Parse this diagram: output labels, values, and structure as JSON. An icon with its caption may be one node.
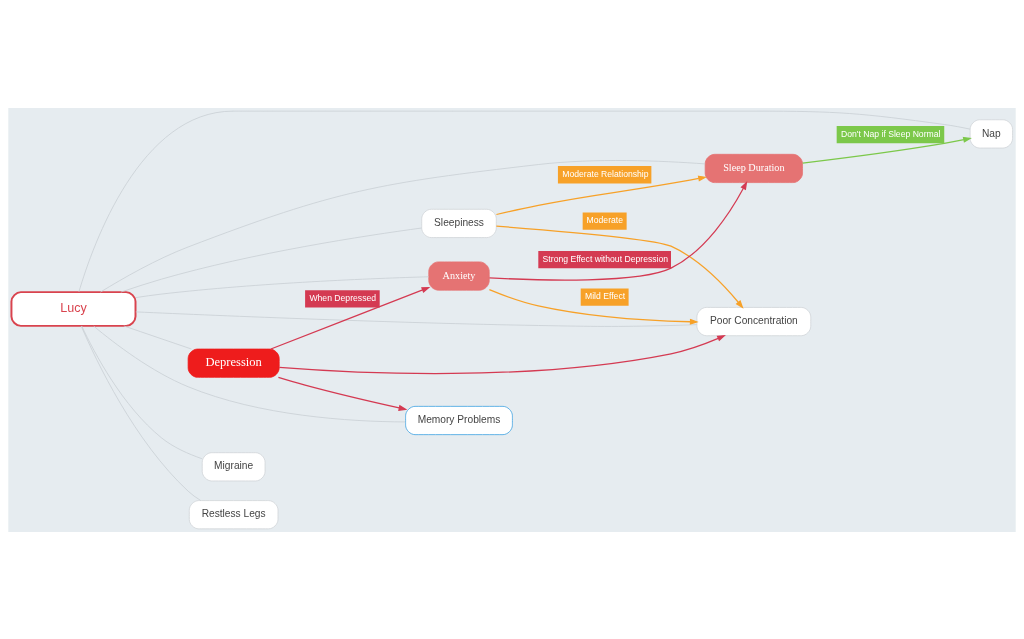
{
  "diagram": {
    "nodes": [
      {
        "text": [
          "Lucy"
        ]
      },
      {
        "text": [
          "Sleepiness"
        ]
      },
      {
        "text": [
          "Sleep Duration"
        ]
      },
      {
        "text": [
          "Migraine"
        ]
      },
      {
        "text": [
          "Nap"
        ]
      },
      {
        "text": [
          "Restless Legs"
        ]
      },
      {
        "text": [
          "Poor Concentration"
        ]
      },
      {
        "text": [
          "Memory Problems"
        ]
      },
      {
        "text": [
          "Anxiety"
        ]
      },
      {
        "text": [
          "Depression"
        ]
      }
    ],
    "edges": [
      {
        "from": 0,
        "to": 1,
        "arrow": "none"
      },
      {
        "from": 0,
        "to": 2,
        "arrow": "none"
      },
      {
        "from": 0,
        "to": 3,
        "arrow": "none"
      },
      {
        "from": 0,
        "to": 4,
        "arrow": "none"
      },
      {
        "from": 0,
        "to": 5,
        "arrow": "none"
      },
      {
        "from": 0,
        "to": 6,
        "arrow": "none"
      },
      {
        "from": 0,
        "to": 7,
        "arrow": "none"
      },
      {
        "from": 0,
        "to": 8,
        "arrow": "none"
      },
      {
        "from": 0,
        "to": 9,
        "arrow": "none"
      },
      {
        "from": 1,
        "to": 2,
        "arrow": "to",
        "label": "Moderate Relationship",
        "color": "#f7a128"
      },
      {
        "from": 1,
        "to": 6,
        "arrow": "to",
        "label": "Moderate",
        "color": "#f7a128"
      },
      {
        "from": 2,
        "to": 4,
        "arrow": "to",
        "label": "Don't Nap if Sleep Normal",
        "color": "#7cc84a"
      },
      {
        "from": 8,
        "to": 2,
        "arrow": "to",
        "label": "Strong Effect without Depression",
        "color": "#d43a52"
      },
      {
        "from": 8,
        "to": 6,
        "arrow": "to",
        "label": "Mild Effect",
        "color": "#f7a128"
      },
      {
        "from": 9,
        "to": 6,
        "arrow": "to",
        "color": "#d43a52"
      },
      {
        "from": 9,
        "to": 7,
        "arrow": "to",
        "color": "#d43a52"
      },
      {
        "from": 9,
        "to": 8,
        "arrow": "to",
        "label": "When Depressed",
        "color": "#d43a52"
      }
    ]
  }
}
